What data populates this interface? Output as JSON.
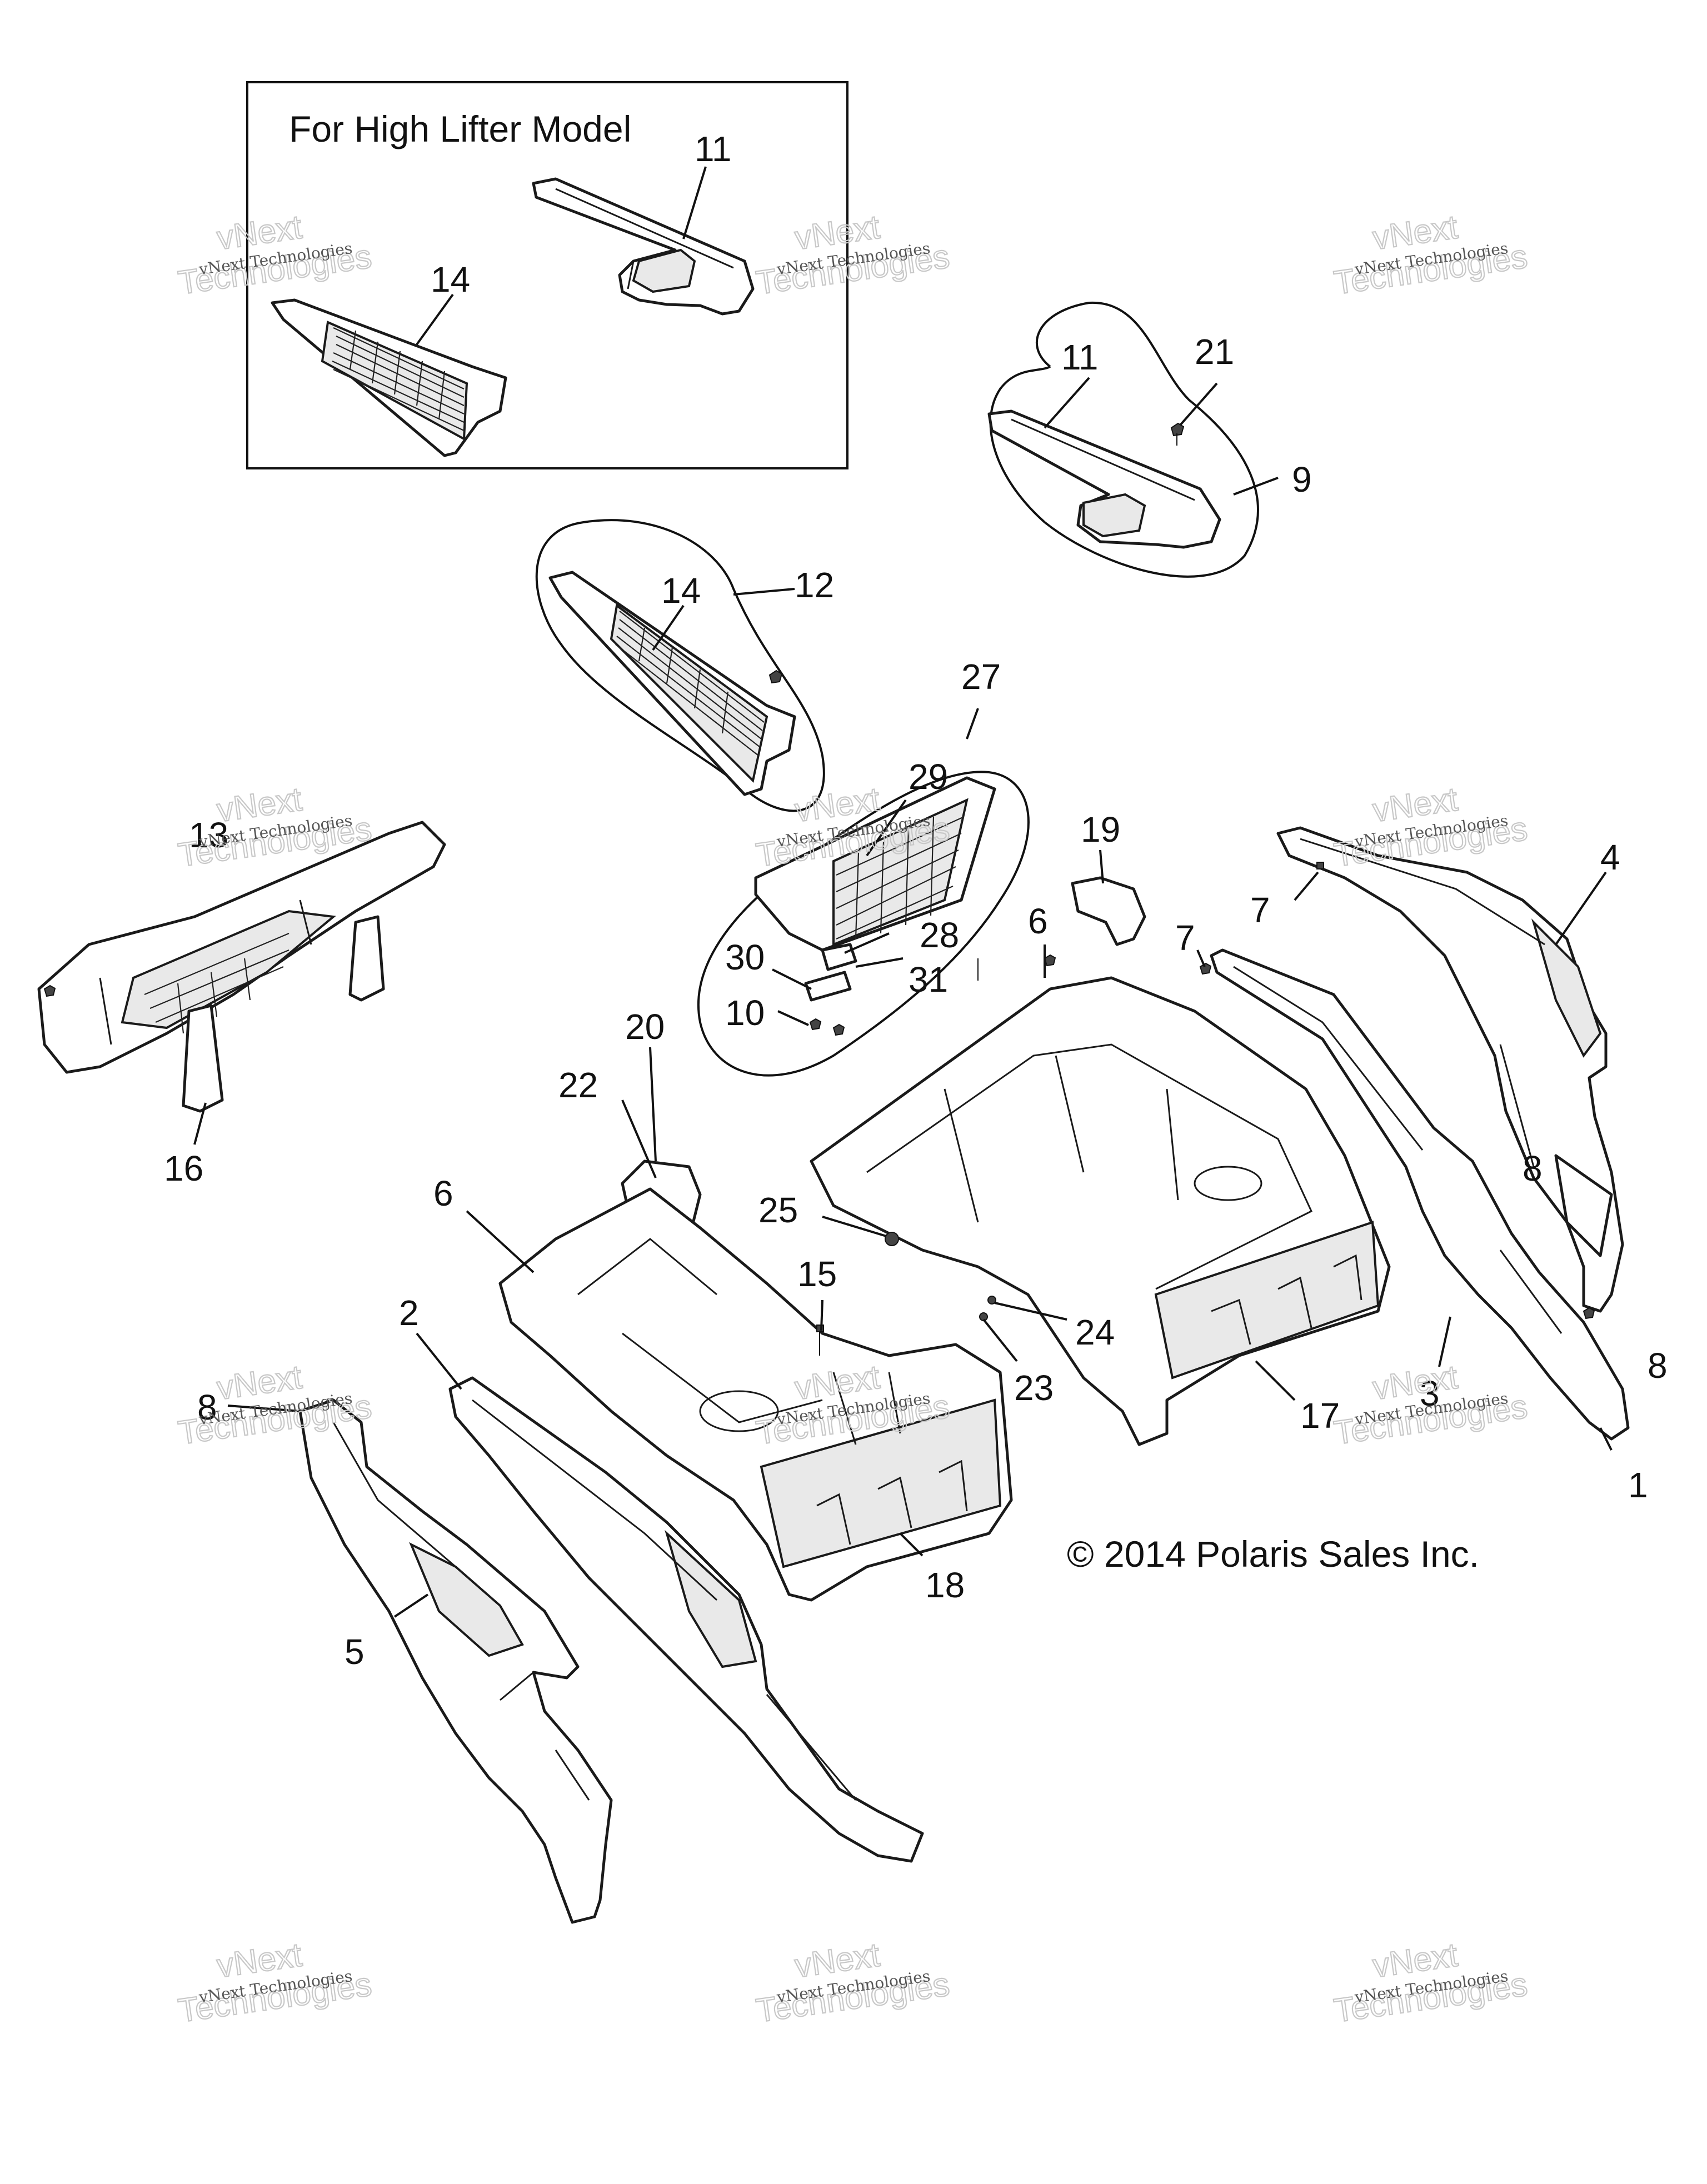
{
  "inset": {
    "title": "For High Lifter Model"
  },
  "copyright": "© 2014 Polaris Sales Inc.",
  "watermark": {
    "line_top": "vNext",
    "line_bottom": "Technologies",
    "line_small": "vNext Technologies"
  },
  "callouts": {
    "inset_11": "11",
    "inset_14": "14",
    "c1": "1",
    "c2": "2",
    "c3": "3",
    "c4": "4",
    "c5": "5",
    "c6_top": "6",
    "c6_left": "6",
    "c7_left": "7",
    "c7_right": "7",
    "c8_left": "8",
    "c8_right_mid": "8",
    "c8_right_low": "8",
    "c9": "9",
    "c10": "10",
    "c11": "11",
    "c12": "12",
    "c13": "13",
    "c14": "14",
    "c15": "15",
    "c16": "16",
    "c17": "17",
    "c18": "18",
    "c19": "19",
    "c20": "20",
    "c21": "21",
    "c22": "22",
    "c23": "23",
    "c24": "24",
    "c25": "25",
    "c27": "27",
    "c28": "28",
    "c29": "29",
    "c30": "30",
    "c31": "31"
  }
}
